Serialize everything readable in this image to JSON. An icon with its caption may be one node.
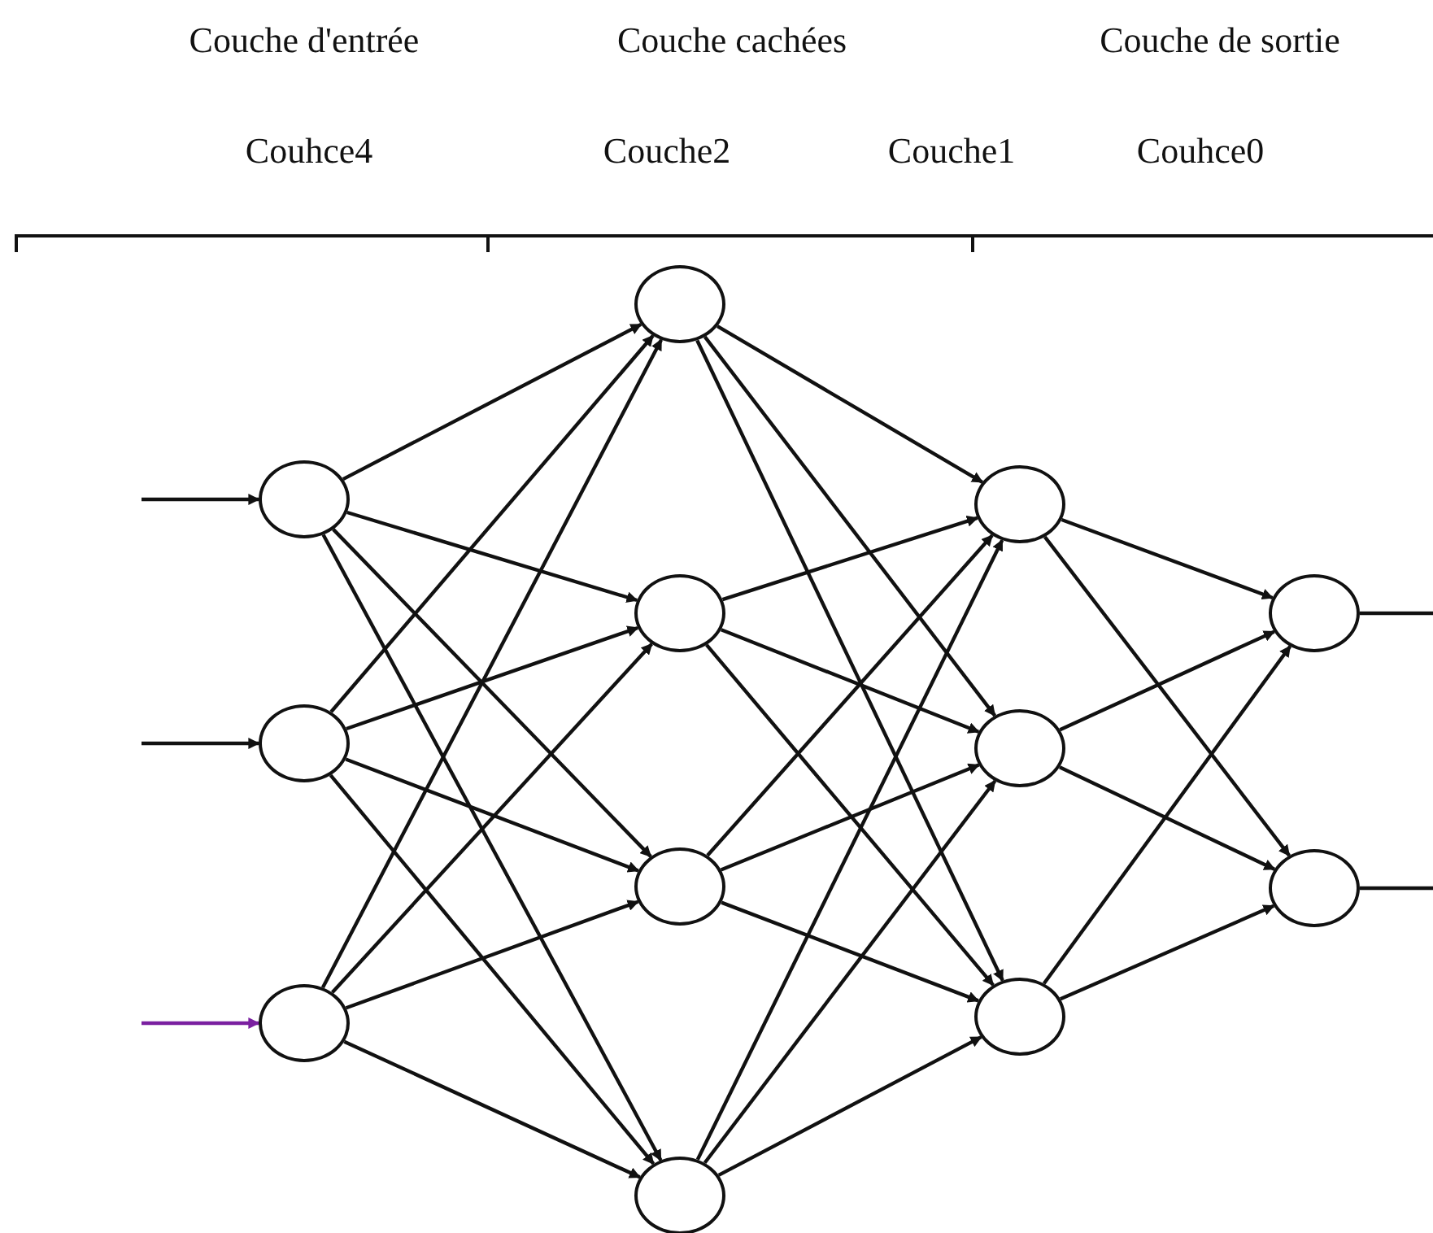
{
  "diagram": {
    "nodes": [
      {
        "text": [],
        "shape": "circle"
      },
      {
        "text": [],
        "shape": "circle"
      },
      {
        "text": [],
        "shape": "circle"
      },
      {
        "text": [],
        "shape": "circle"
      },
      {
        "text": [],
        "shape": "circle"
      },
      {
        "text": [],
        "shape": "circle"
      },
      {
        "text": [],
        "shape": "circle"
      },
      {
        "text": [],
        "shape": "circle"
      },
      {
        "text": [],
        "shape": "circle"
      },
      {
        "text": [],
        "shape": "circle"
      },
      {
        "text": [],
        "shape": "circle"
      },
      {
        "text": [],
        "shape": "circle"
      }
    ],
    "edges": [
      {
        "from": null,
        "to": 0,
        "arrow": "to"
      },
      {
        "from": null,
        "to": 1,
        "arrow": "to"
      },
      {
        "from": null,
        "to": 2,
        "arrow": "to",
        "color": "#7a1fa0"
      },
      {
        "from": 0,
        "to": 3,
        "arrow": "to"
      },
      {
        "from": 0,
        "to": 4,
        "arrow": "to"
      },
      {
        "from": 0,
        "to": 5,
        "arrow": "to"
      },
      {
        "from": 0,
        "to": 6,
        "arrow": "to"
      },
      {
        "from": 1,
        "to": 3,
        "arrow": "to"
      },
      {
        "from": 1,
        "to": 4,
        "arrow": "to"
      },
      {
        "from": 1,
        "to": 5,
        "arrow": "to"
      },
      {
        "from": 1,
        "to": 6,
        "arrow": "to"
      },
      {
        "from": 2,
        "to": 3,
        "arrow": "to"
      },
      {
        "from": 2,
        "to": 4,
        "arrow": "to"
      },
      {
        "from": 2,
        "to": 5,
        "arrow": "to"
      },
      {
        "from": 2,
        "to": 6,
        "arrow": "to"
      },
      {
        "from": 3,
        "to": 7,
        "arrow": "to"
      },
      {
        "from": 3,
        "to": 8,
        "arrow": "to"
      },
      {
        "from": 3,
        "to": 9,
        "arrow": "to"
      },
      {
        "from": 4,
        "to": 7,
        "arrow": "to"
      },
      {
        "from": 4,
        "to": 8,
        "arrow": "to"
      },
      {
        "from": 4,
        "to": 9,
        "arrow": "to"
      },
      {
        "from": 5,
        "to": 7,
        "arrow": "to"
      },
      {
        "from": 5,
        "to": 8,
        "arrow": "to"
      },
      {
        "from": 5,
        "to": 9,
        "arrow": "to"
      },
      {
        "from": 6,
        "to": 7,
        "arrow": "to"
      },
      {
        "from": 6,
        "to": 8,
        "arrow": "to"
      },
      {
        "from": 6,
        "to": 9,
        "arrow": "to"
      },
      {
        "from": 7,
        "to": 10,
        "arrow": "to"
      },
      {
        "from": 7,
        "to": 11,
        "arrow": "to"
      },
      {
        "from": 8,
        "to": 10,
        "arrow": "to"
      },
      {
        "from": 8,
        "to": 11,
        "arrow": "to"
      },
      {
        "from": 9,
        "to": 10,
        "arrow": "to"
      },
      {
        "from": 9,
        "to": 11,
        "arrow": "to"
      },
      {
        "from": 10,
        "to": null,
        "arrow": "none"
      },
      {
        "from": 11,
        "to": null,
        "arrow": "none"
      }
    ],
    "labels": [
      "Couche d'entrée",
      "Couche cachées",
      "Couche de sortie",
      "Couhce4",
      "Couche2",
      "Couche1",
      "Couhce0"
    ]
  }
}
